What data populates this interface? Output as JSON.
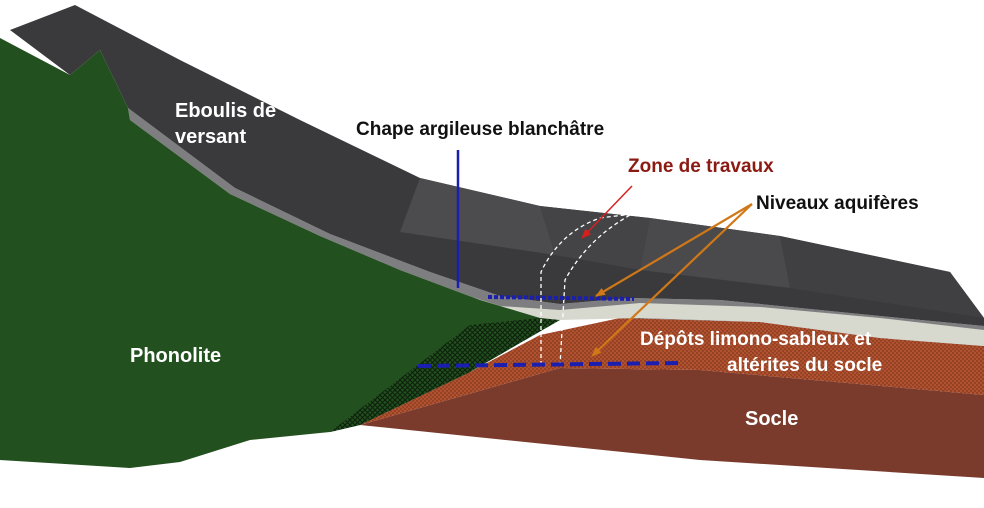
{
  "labels": {
    "eboulis_line1": "Eboulis de",
    "eboulis_line2": "versant",
    "chape": "Chape argileuse blanchâtre",
    "zone_travaux": "Zone de travaux",
    "niveaux_aquiferes": "Niveaux aquifères",
    "phonolite": "Phonolite",
    "depots_line1": "Dépôts limono-sableux et",
    "depots_line2": "altérites du socle",
    "socle": "Socle"
  },
  "colors": {
    "eboulis": "#3a3a3c",
    "phonolite": "#23501f",
    "chape": "#d7d9cf",
    "depots": "#b0512f",
    "socle": "#7a3b2c",
    "zone_travaux_text": "#8b1a12",
    "aquifer_line": "#1a1fb0",
    "arrow": "#d07818",
    "chape_pointer": "#1a1fb0"
  }
}
